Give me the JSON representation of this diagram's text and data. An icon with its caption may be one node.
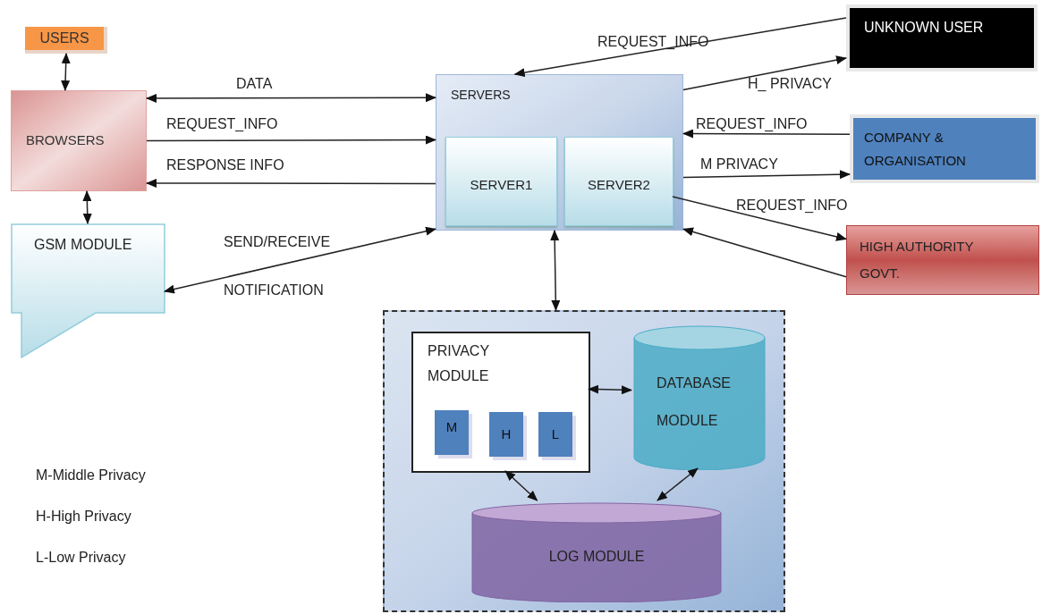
{
  "diagram": {
    "nodes": [
      {
        "text": [
          "USERS"
        ]
      },
      {
        "text": [
          "BROWSERS"
        ]
      },
      {
        "text": [
          "GSM MODULE"
        ]
      },
      {
        "text": [
          "SERVERS"
        ]
      },
      {
        "text": [
          "SERVER1"
        ],
        "in": 3
      },
      {
        "text": [
          "SERVER2"
        ],
        "in": 3
      },
      {
        "text": [
          "UNKNOWN USER"
        ]
      },
      {
        "text": [
          "COMPANY & ORGANISATION"
        ]
      },
      {
        "text": [
          "HIGH AUTHORITY GOVT."
        ]
      },
      {
        "text": [],
        "shape": "box"
      },
      {
        "text": [
          "PRIVACY MODULE"
        ],
        "in": 9
      },
      {
        "text": [
          "M"
        ],
        "in": 10
      },
      {
        "text": [
          "H"
        ],
        "in": 10
      },
      {
        "text": [
          "L"
        ],
        "in": 10
      },
      {
        "text": [
          "DATABASE MODULE"
        ],
        "in": 9
      },
      {
        "text": [
          "LOG MODULE"
        ],
        "in": 9
      }
    ],
    "edges": [
      {
        "from": 0,
        "to": 1,
        "arrow": "both"
      },
      {
        "from": 1,
        "to": 3,
        "arrow": "both",
        "label": "DATA"
      },
      {
        "from": 1,
        "to": 3,
        "arrow": "to",
        "label": "REQUEST_INFO"
      },
      {
        "from": 3,
        "to": 1,
        "arrow": "to",
        "label": "RESPONSE INFO"
      },
      {
        "from": 1,
        "to": 2,
        "arrow": "both"
      },
      {
        "from": 2,
        "to": 3,
        "arrow": "both",
        "label": "SEND/RECEIVE NOTIFICATION"
      },
      {
        "from": 6,
        "to": 3,
        "arrow": "to",
        "label": "REQUEST_INFO"
      },
      {
        "from": 3,
        "to": 6,
        "arrow": "to",
        "label": "H_ PRIVACY"
      },
      {
        "from": 7,
        "to": 3,
        "arrow": "to",
        "label": "REQUEST_INFO"
      },
      {
        "from": 3,
        "to": 7,
        "arrow": "to",
        "label": "M PRIVACY"
      },
      {
        "from": 5,
        "to": 8,
        "arrow": "to",
        "label": "REQUEST_INFO"
      },
      {
        "from": 8,
        "to": 3,
        "arrow": "to"
      },
      {
        "from": 3,
        "to": 9,
        "arrow": "both"
      },
      {
        "from": 10,
        "to": 14,
        "arrow": "both"
      },
      {
        "from": 10,
        "to": 15,
        "arrow": "both"
      },
      {
        "from": 14,
        "to": 15,
        "arrow": "both"
      }
    ],
    "labels": [
      "M-Middle Privacy",
      "H-High Privacy",
      "L-Low Privacy"
    ]
  }
}
